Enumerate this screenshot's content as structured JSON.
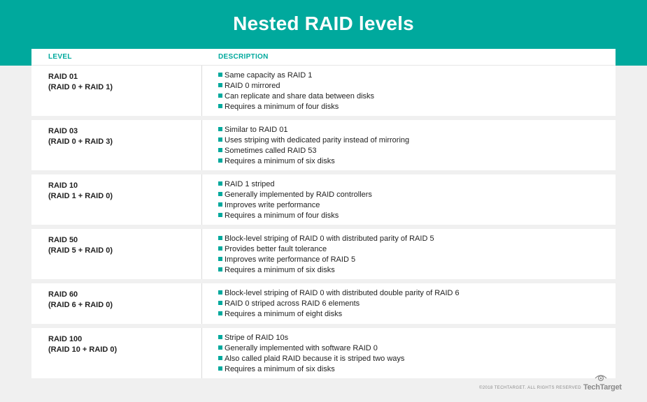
{
  "title": "Nested RAID levels",
  "table": {
    "headers": {
      "level": "LEVEL",
      "description": "DESCRIPTION"
    },
    "rows": [
      {
        "level": "RAID 01",
        "sub": "(RAID 0 + RAID 1)",
        "bullets": [
          "Same capacity as RAID 1",
          "RAID 0 mirrored",
          "Can replicate and share data between disks",
          "Requires a minimum of four disks"
        ]
      },
      {
        "level": "RAID 03",
        "sub": "(RAID 0 + RAID 3)",
        "bullets": [
          "Similar to RAID 01",
          "Uses striping with dedicated parity instead of mirroring",
          "Sometimes called RAID 53",
          "Requires a minimum of six disks"
        ]
      },
      {
        "level": "RAID 10",
        "sub": "(RAID 1 + RAID 0)",
        "bullets": [
          "RAID 1 striped",
          "Generally implemented by RAID controllers",
          "Improves write performance",
          "Requires a minimum of four disks"
        ]
      },
      {
        "level": "RAID 50",
        "sub": "(RAID 5 + RAID 0)",
        "bullets": [
          "Block-level striping of RAID 0 with distributed parity of RAID 5",
          "Provides better fault tolerance",
          "Improves write performance of RAID 5",
          "Requires a minimum of six disks"
        ]
      },
      {
        "level": "RAID 60",
        "sub": "(RAID 6 + RAID 0)",
        "bullets": [
          "Block-level striping of RAID 0 with distributed double parity of RAID 6",
          "RAID 0 striped across RAID 6 elements",
          "Requires a minimum of eight disks"
        ]
      },
      {
        "level": "RAID 100",
        "sub": "(RAID 10 + RAID 0)",
        "bullets": [
          "Stripe of RAID 10s",
          "Generally implemented with software RAID 0",
          "Also called plaid RAID because it is striped two ways",
          "Requires a minimum of six disks"
        ]
      }
    ]
  },
  "footer": {
    "copyright": "©2018 TECHTARGET. ALL RIGHTS RESERVED",
    "logo_text": "TechTarget"
  },
  "colors": {
    "accent": "#00a99d",
    "background": "#f0f0f0",
    "text": "#222222"
  }
}
